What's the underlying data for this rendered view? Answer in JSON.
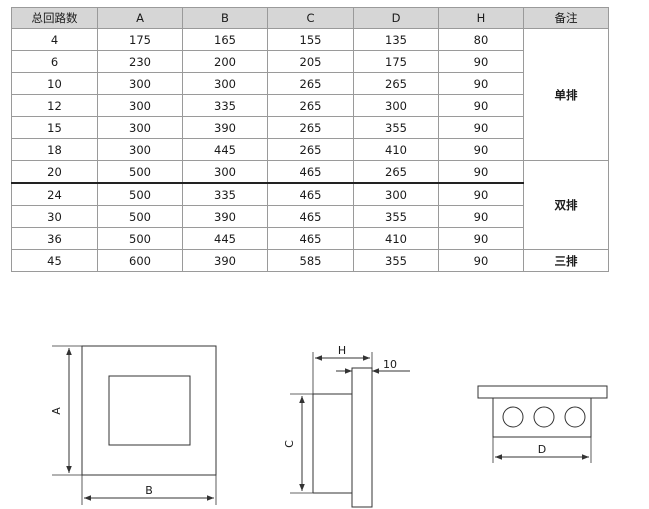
{
  "table": {
    "headers": [
      "总回路数",
      "A",
      "B",
      "C",
      "D",
      "H",
      "备注"
    ],
    "rows": [
      [
        "4",
        "175",
        "165",
        "155",
        "135",
        "80"
      ],
      [
        "6",
        "230",
        "200",
        "205",
        "175",
        "90"
      ],
      [
        "10",
        "300",
        "300",
        "265",
        "265",
        "90"
      ],
      [
        "12",
        "300",
        "335",
        "265",
        "300",
        "90"
      ],
      [
        "15",
        "300",
        "390",
        "265",
        "355",
        "90"
      ],
      [
        "18",
        "300",
        "445",
        "265",
        "410",
        "90"
      ],
      [
        "20",
        "500",
        "300",
        "465",
        "265",
        "90"
      ],
      [
        "24",
        "500",
        "335",
        "465",
        "300",
        "90"
      ],
      [
        "30",
        "500",
        "390",
        "465",
        "355",
        "90"
      ],
      [
        "36",
        "500",
        "445",
        "465",
        "410",
        "90"
      ],
      [
        "45",
        "600",
        "390",
        "585",
        "355",
        "90"
      ]
    ],
    "notes": [
      "单排",
      "双排",
      "三排"
    ]
  },
  "diagrams": {
    "front": {
      "label_a": "A",
      "label_b": "B"
    },
    "side": {
      "label_h": "H",
      "label_thickness": "10",
      "label_c": "C"
    },
    "top": {
      "label_d": "D"
    }
  }
}
